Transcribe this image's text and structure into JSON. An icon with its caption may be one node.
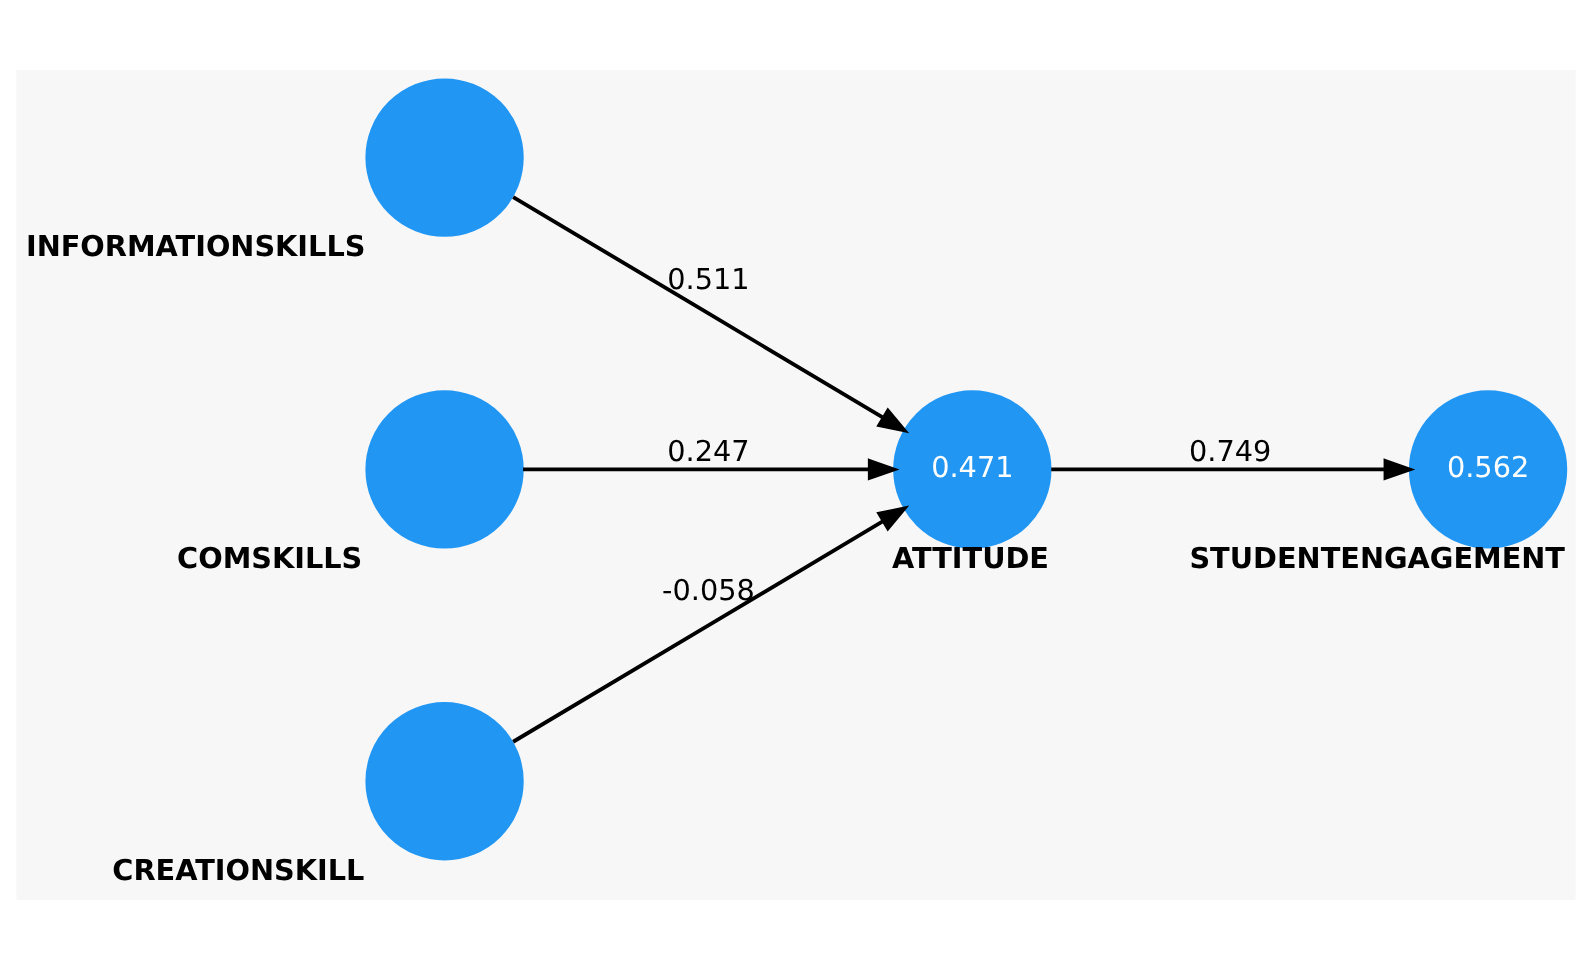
{
  "diagram": {
    "nodes": [
      {
        "text": [],
        "shape": "circle",
        "beside": [
          "INFORMATIONSKILLS"
        ]
      },
      {
        "text": [],
        "shape": "circle",
        "beside": [
          "COMSKILLS"
        ]
      },
      {
        "text": [],
        "shape": "circle",
        "beside": [
          "CREATIONSKILL"
        ]
      },
      {
        "text": [
          "0.471"
        ],
        "beside": [
          "ATTITUDE"
        ]
      },
      {
        "text": [
          "0.562"
        ],
        "beside": [
          "STUDENTENGAGEMENT"
        ]
      }
    ],
    "edges": [
      {
        "from": 0,
        "to": 3,
        "arrow": "to",
        "label": "0.511"
      },
      {
        "from": 1,
        "to": 3,
        "arrow": "to",
        "label": "0.247"
      },
      {
        "from": 2,
        "to": 3,
        "arrow": "to",
        "label": "-0.058"
      },
      {
        "from": 3,
        "to": 4,
        "arrow": "to",
        "label": "0.749"
      }
    ]
  }
}
